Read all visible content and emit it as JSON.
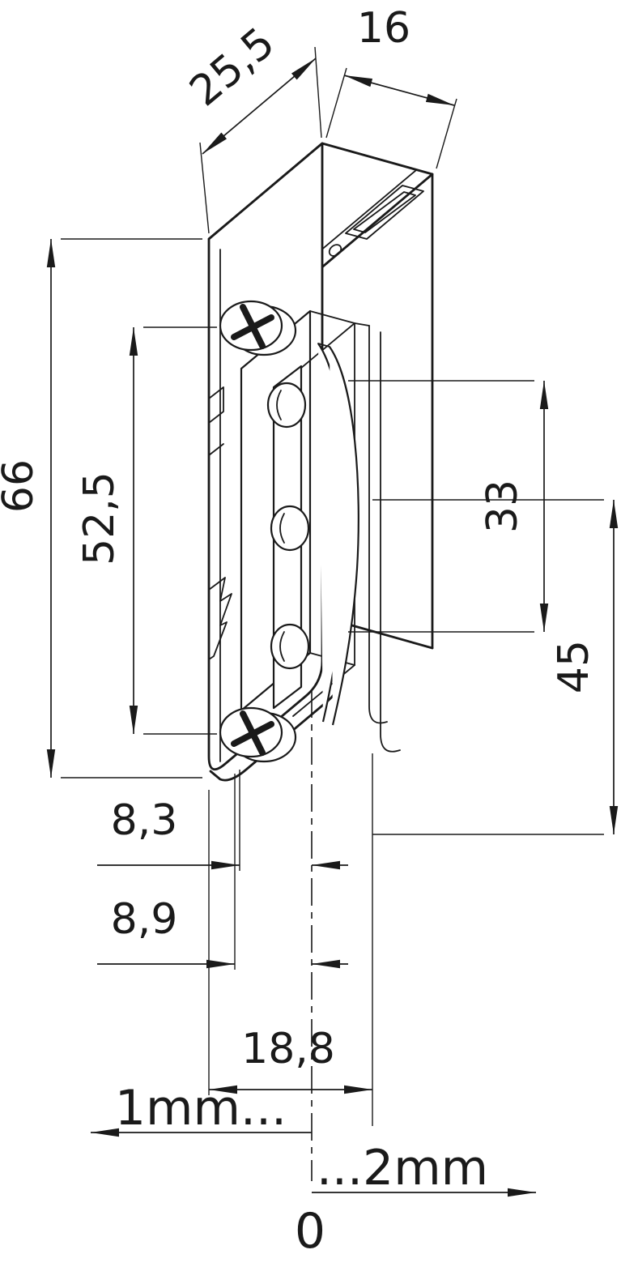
{
  "page": {
    "background": "#ffffff",
    "line_color": "#1a1a1a"
  },
  "drawing": {
    "subject": "electric-door-strike-isometric-dimension-drawing",
    "dimensions": {
      "width_top": "25,5",
      "depth_top": "16",
      "overall_height": "66",
      "screw_distance": "52,5",
      "latch_opening": "33",
      "lip_length": "45",
      "offset_small_1": "8,3",
      "offset_small_2": "8,9",
      "faceplate_width_bottom": "18,8",
      "adjustment_left": "1mm...",
      "adjustment_right": "...2mm",
      "adjustment_zero": "0"
    }
  }
}
